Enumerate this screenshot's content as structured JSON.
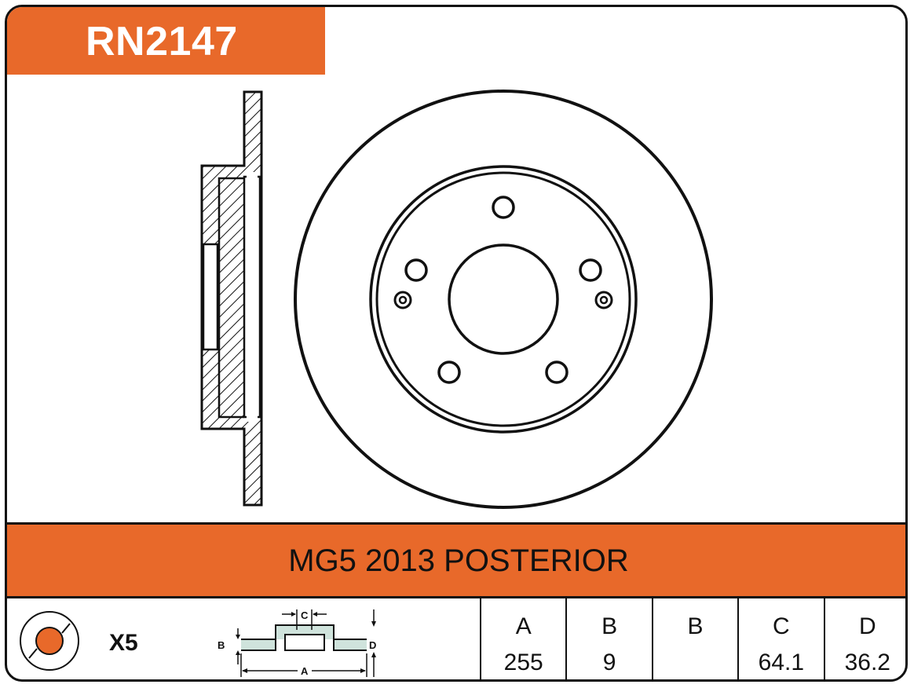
{
  "product": {
    "code": "RN2147",
    "application": "MG5 2013 POSTERIOR",
    "quantity": "X5"
  },
  "colors": {
    "accent": "#e8692a",
    "line": "#111111"
  },
  "profile_labels": {
    "a": "A",
    "b": "B",
    "c": "C",
    "d": "D"
  },
  "dimensions": {
    "headers": [
      "A",
      "B",
      "B",
      "C",
      "D"
    ],
    "values": [
      "255",
      "9",
      "",
      "64.1",
      "36.2"
    ]
  }
}
